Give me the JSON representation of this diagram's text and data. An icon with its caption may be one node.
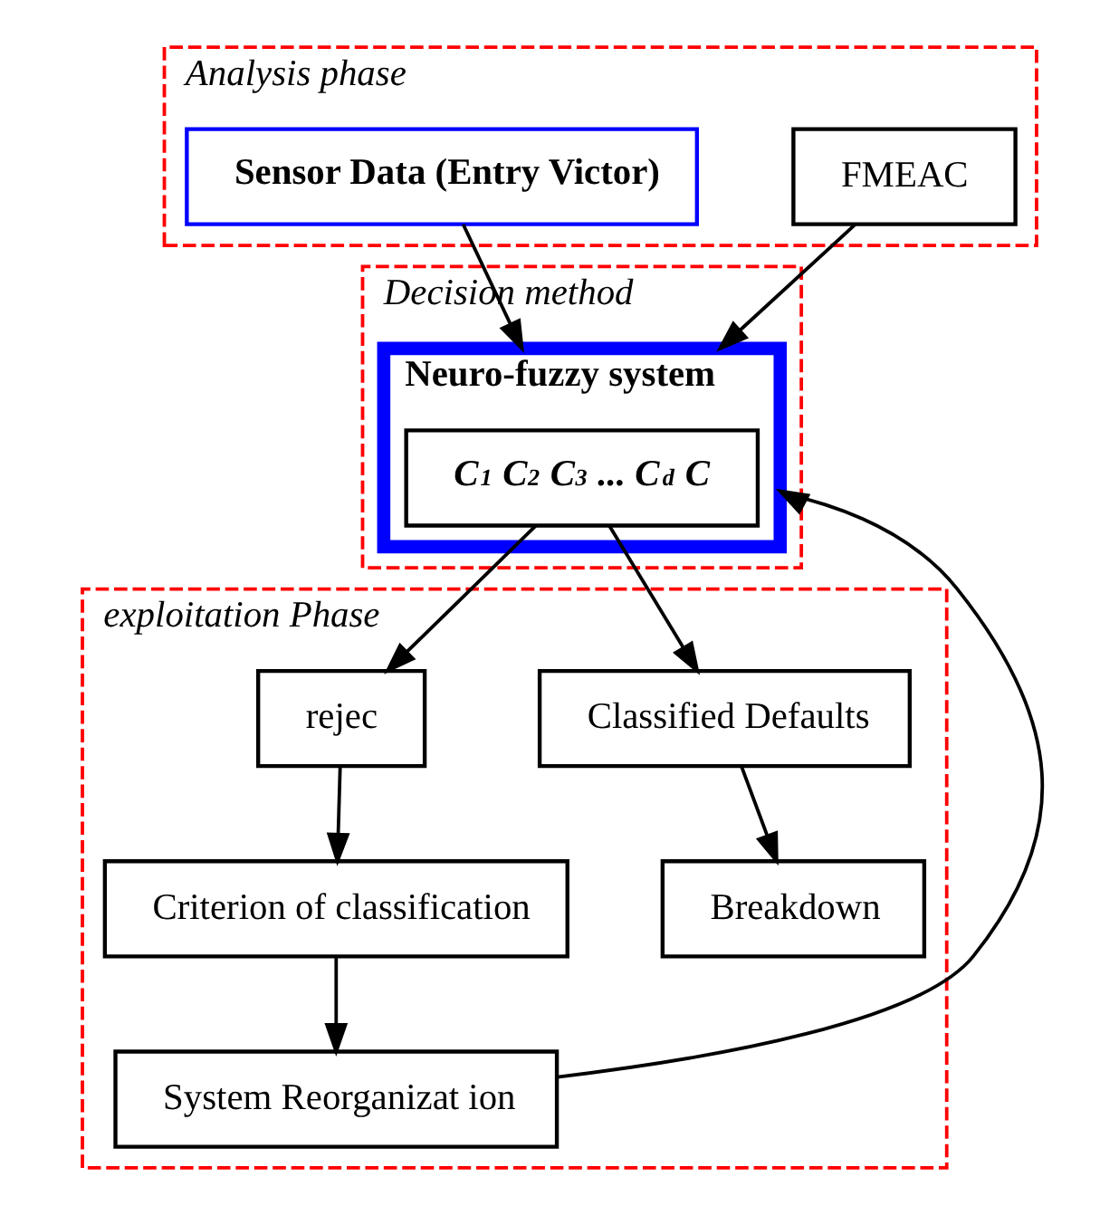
{
  "diagram": {
    "nodes": [
      {
        "text": [
          "Analysis phase"
        ]
      },
      {
        "text": [
          "FMEAC"
        ],
        "in": 0
      },
      {
        "text": [
          "Sensor Data (Entry Victor)"
        ],
        "in": 0
      },
      {
        "text": [
          "Decision method"
        ]
      },
      {
        "text": [
          "Neuro-fuzzy system"
        ],
        "in": 3
      },
      {
        "text": [
          "C$_{1}$ C$_{2}$ C$_{3}$ ... C$_{d}$ C"
        ],
        "in": 4
      },
      {
        "text": [
          "exploitation Phase"
        ]
      },
      {
        "text": [
          "Classified Defaults"
        ],
        "in": 6
      },
      {
        "text": [
          "Breakdown"
        ],
        "in": 6
      },
      {
        "text": [
          "rejec"
        ],
        "in": 6
      },
      {
        "text": [
          "System Reorganizat ion"
        ],
        "in": 6
      },
      {
        "text": [
          "Criterion of classification"
        ],
        "in": 6
      }
    ],
    "edges": [
      {
        "from": 1,
        "to": 4,
        "arrow": "to"
      },
      {
        "from": 2,
        "to": 4,
        "arrow": "to"
      },
      {
        "from": 10,
        "to": 4,
        "arrow": "to"
      },
      {
        "from": 5,
        "to": 7,
        "arrow": "to"
      },
      {
        "from": 5,
        "to": 9,
        "arrow": "to"
      },
      {
        "from": 7,
        "to": 8,
        "arrow": "to"
      },
      {
        "from": 9,
        "to": 11,
        "arrow": "to"
      },
      {
        "from": 11,
        "to": 10,
        "arrow": "to"
      }
    ]
  }
}
